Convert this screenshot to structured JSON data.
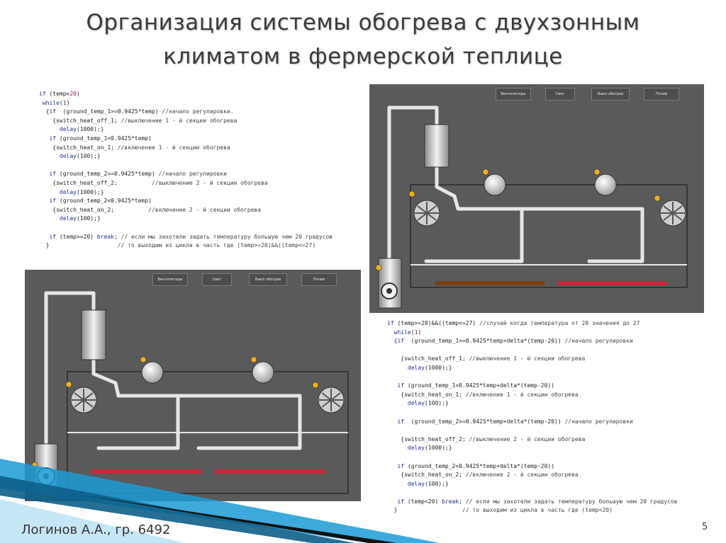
{
  "slide": {
    "title_line1": "Организация системы обогрева с двухзонным",
    "title_line2": "климатом в фермерской теплице",
    "author": "Логинов А.А., гр. 6492",
    "page_number": "5"
  },
  "code_top": [
    [
      [
        "kw",
        "if"
      ],
      [
        "t",
        " (temp<"
      ],
      [
        "num",
        "20"
      ],
      [
        "t",
        ")"
      ]
    ],
    [
      [
        "t",
        " "
      ],
      [
        "kw",
        "while"
      ],
      [
        "t",
        "("
      ],
      [
        "num",
        "1"
      ],
      [
        "t",
        ")"
      ]
    ],
    [
      [
        "t",
        "  {"
      ],
      [
        "kw",
        "if"
      ],
      [
        "t",
        "  (ground_temp_1>=0.9425*temp) "
      ],
      [
        "cm",
        "//начало регулировки."
      ]
    ],
    [
      [
        "t",
        "    {switch_heat_off_1; "
      ],
      [
        "cm",
        "//выключение 1 - й секции обогрева"
      ]
    ],
    [
      [
        "t",
        "      "
      ],
      [
        "kw",
        "delay"
      ],
      [
        "t",
        "(1000);}"
      ]
    ],
    [
      [
        "t",
        "   "
      ],
      [
        "kw",
        "if"
      ],
      [
        "t",
        " (ground_temp_1<0.9425*temp)"
      ]
    ],
    [
      [
        "t",
        "    {switch_heat_on_1; "
      ],
      [
        "cm",
        "//включение 1 - й секции обогрева"
      ]
    ],
    [
      [
        "t",
        "      "
      ],
      [
        "kw",
        "delay"
      ],
      [
        "t",
        "(100);}"
      ]
    ],
    [
      [
        "t",
        ""
      ]
    ],
    [
      [
        "t",
        "   "
      ],
      [
        "kw",
        "if"
      ],
      [
        "t",
        " (ground_temp_2>=0.9425*temp) "
      ],
      [
        "cm",
        "//начало регулировки"
      ]
    ],
    [
      [
        "t",
        "    {switch_heat_off_2;          "
      ],
      [
        "cm",
        "//выключение 2 - й секции обогрева"
      ]
    ],
    [
      [
        "t",
        "      "
      ],
      [
        "kw",
        "delay"
      ],
      [
        "t",
        "(1000);}"
      ]
    ],
    [
      [
        "t",
        "   "
      ],
      [
        "kw",
        "if"
      ],
      [
        "t",
        " (ground_temp_2<0.9425*temp)"
      ]
    ],
    [
      [
        "t",
        "    {switch_heat_on_2;          "
      ],
      [
        "cm",
        "//включение 2 - й секции обогрева"
      ]
    ],
    [
      [
        "t",
        "      "
      ],
      [
        "kw",
        "delay"
      ],
      [
        "t",
        "(100);}"
      ]
    ],
    [
      [
        "t",
        ""
      ]
    ],
    [
      [
        "t",
        "   "
      ],
      [
        "kw",
        "if"
      ],
      [
        "t",
        " (temp>=20) "
      ],
      [
        "kw",
        "break"
      ],
      [
        "t",
        "; "
      ],
      [
        "cm",
        "// если мы захотели задать температуру большую чем 20 градусов"
      ]
    ],
    [
      [
        "t",
        "  }                    "
      ],
      [
        "cm",
        "// то выходим из цикла в часть где (temp>=20)&&((temp<=27)"
      ]
    ]
  ],
  "code_bottom": [
    [
      [
        "kw",
        "if"
      ],
      [
        "t",
        " (temp>=20)&&((temp<=27) "
      ],
      [
        "cm",
        "//случай когда температура от 20 значения до 27"
      ]
    ],
    [
      [
        "t",
        "  "
      ],
      [
        "kw",
        "while"
      ],
      [
        "t",
        "("
      ],
      [
        "num",
        "1"
      ],
      [
        "t",
        ")"
      ]
    ],
    [
      [
        "t",
        "  {"
      ],
      [
        "kw",
        "if"
      ],
      [
        "t",
        "  (ground_temp_1>=0.9425*temp+delta*(temp-20)) "
      ],
      [
        "cm",
        "//начало регулировки"
      ]
    ],
    [
      [
        "t",
        ""
      ]
    ],
    [
      [
        "t",
        "    {switch_heat_off_1; "
      ],
      [
        "cm",
        "//выключение 1 - й секции обогрева"
      ]
    ],
    [
      [
        "t",
        "      "
      ],
      [
        "kw",
        "delay"
      ],
      [
        "t",
        "(1000);}"
      ]
    ],
    [
      [
        "t",
        ""
      ]
    ],
    [
      [
        "t",
        "   "
      ],
      [
        "kw",
        "if"
      ],
      [
        "t",
        " (ground_temp_1<0.9425*temp+delta*(temp-20))"
      ]
    ],
    [
      [
        "t",
        "    {switch_heat_on_1; "
      ],
      [
        "cm",
        "//включение 1 - й секции обогрева"
      ]
    ],
    [
      [
        "t",
        "      "
      ],
      [
        "kw",
        "delay"
      ],
      [
        "t",
        "(100);}"
      ]
    ],
    [
      [
        "t",
        ""
      ]
    ],
    [
      [
        "t",
        "   "
      ],
      [
        "kw",
        "if"
      ],
      [
        "t",
        "  (ground_temp_2>=0.9425*temp+delta*(temp-20)) "
      ],
      [
        "cm",
        "//начало регулировки"
      ]
    ],
    [
      [
        "t",
        ""
      ]
    ],
    [
      [
        "t",
        "    {switch_heat_off_2; "
      ],
      [
        "cm",
        "//выключение 2 - й секции обогрева"
      ]
    ],
    [
      [
        "t",
        "      "
      ],
      [
        "kw",
        "delay"
      ],
      [
        "t",
        "(1000);}"
      ]
    ],
    [
      [
        "t",
        ""
      ]
    ],
    [
      [
        "t",
        "   "
      ],
      [
        "kw",
        "if"
      ],
      [
        "t",
        " (ground_temp_2<0.9425*temp+delta*(temp-20))"
      ]
    ],
    [
      [
        "t",
        "    {switch_heat_on_2; "
      ],
      [
        "cm",
        "//включение 2 - й секции обогрева"
      ]
    ],
    [
      [
        "t",
        "      "
      ],
      [
        "kw",
        "delay"
      ],
      [
        "t",
        "(100);}"
      ]
    ],
    [
      [
        "t",
        ""
      ]
    ],
    [
      [
        "t",
        "   "
      ],
      [
        "kw",
        "if"
      ],
      [
        "t",
        " (temp<20) "
      ],
      [
        "kw",
        "break"
      ],
      [
        "t",
        "; "
      ],
      [
        "cm",
        "// если мы захотели задать температуру большую чем 20 градусов"
      ]
    ],
    [
      [
        "t",
        "  }                   "
      ],
      [
        "cm",
        "// то выходим из цикла в часть где (temp<20)"
      ]
    ]
  ],
  "panel_buttons": [
    "Вентиляторы",
    "Свет",
    "Выкл обогрев",
    "Полив"
  ],
  "colors": {
    "background": "#ffffff",
    "panel": "#5a5a5a",
    "heater_on": "#c8283c",
    "heater_off": "#7a3e12",
    "pipe": "#e6e6e6",
    "indicator": "#f0b020",
    "keyword": "#1c2f8c",
    "accent_ribbon": "#1c9bd6"
  },
  "panels": {
    "top_right": {
      "heater_left": "off",
      "heater_right": "on"
    },
    "bottom_left": {
      "heater_left": "on",
      "heater_right": "on"
    }
  },
  "icons": [
    "fan-icon",
    "boiler-icon",
    "indicator-icon",
    "tank-icon"
  ]
}
